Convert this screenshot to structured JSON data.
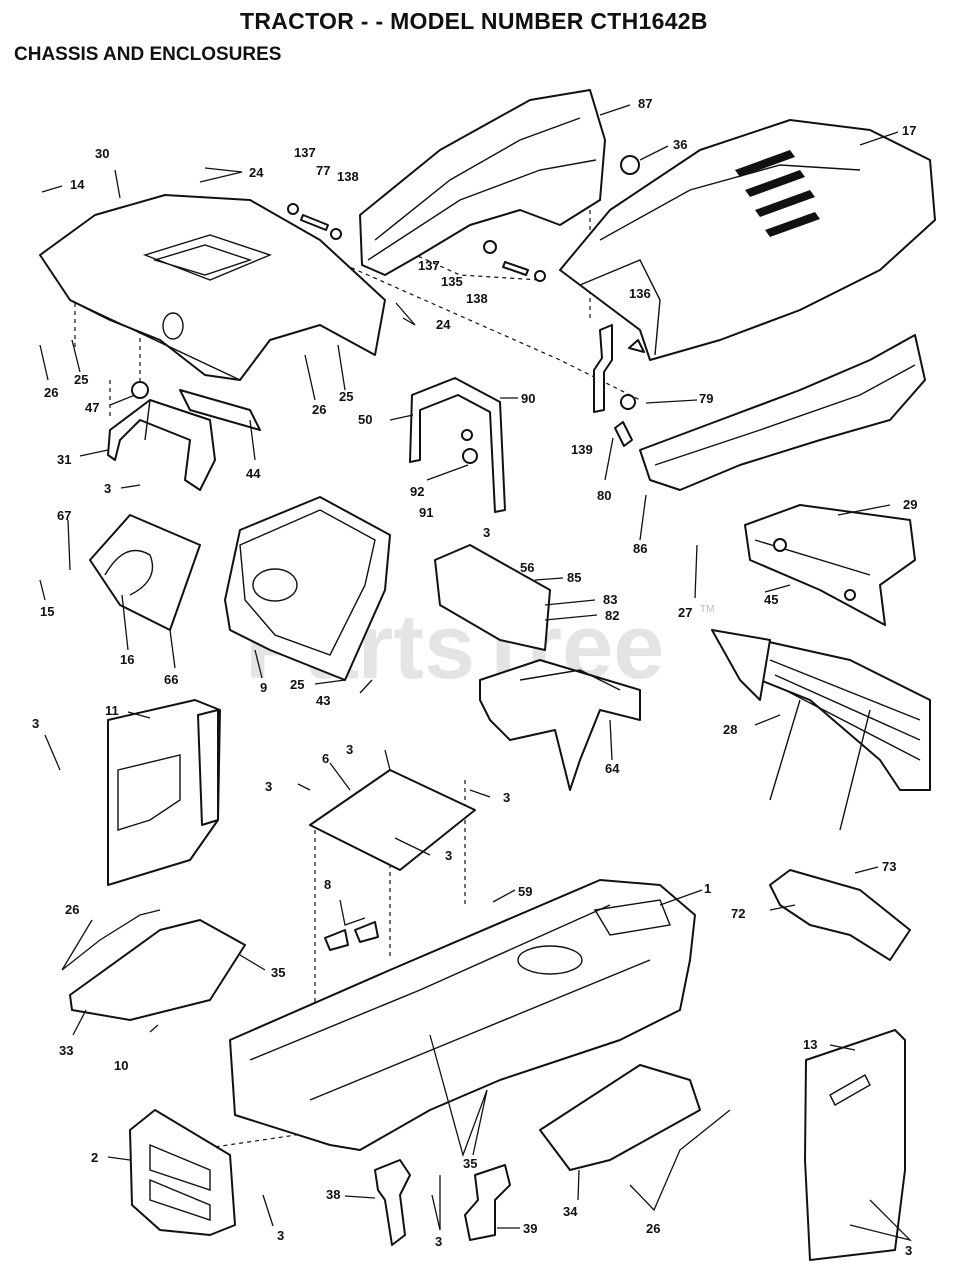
{
  "header": {
    "title": "TRACTOR - - MODEL NUMBER  CTH1642B",
    "subtitle": "CHASSIS AND ENCLOSURES"
  },
  "watermark": {
    "text": "PartsTree",
    "mark": "TM"
  },
  "callouts": [
    "87",
    "36",
    "17",
    "137",
    "77",
    "138",
    "30",
    "24",
    "14",
    "137",
    "135",
    "138",
    "136",
    "24",
    "26",
    "25",
    "26",
    "25",
    "47",
    "90",
    "50",
    "139",
    "79",
    "44",
    "31",
    "92",
    "91",
    "80",
    "86",
    "3",
    "3",
    "29",
    "67",
    "56",
    "85",
    "83",
    "82",
    "27",
    "45",
    "15",
    "16",
    "66",
    "9",
    "25",
    "43",
    "64",
    "28",
    "11",
    "3",
    "3",
    "6",
    "3",
    "3",
    "3",
    "73",
    "1",
    "26",
    "8",
    "59",
    "72",
    "35",
    "33",
    "10",
    "13",
    "2",
    "35",
    "26",
    "38",
    "3",
    "34",
    "39",
    "3",
    "3"
  ]
}
